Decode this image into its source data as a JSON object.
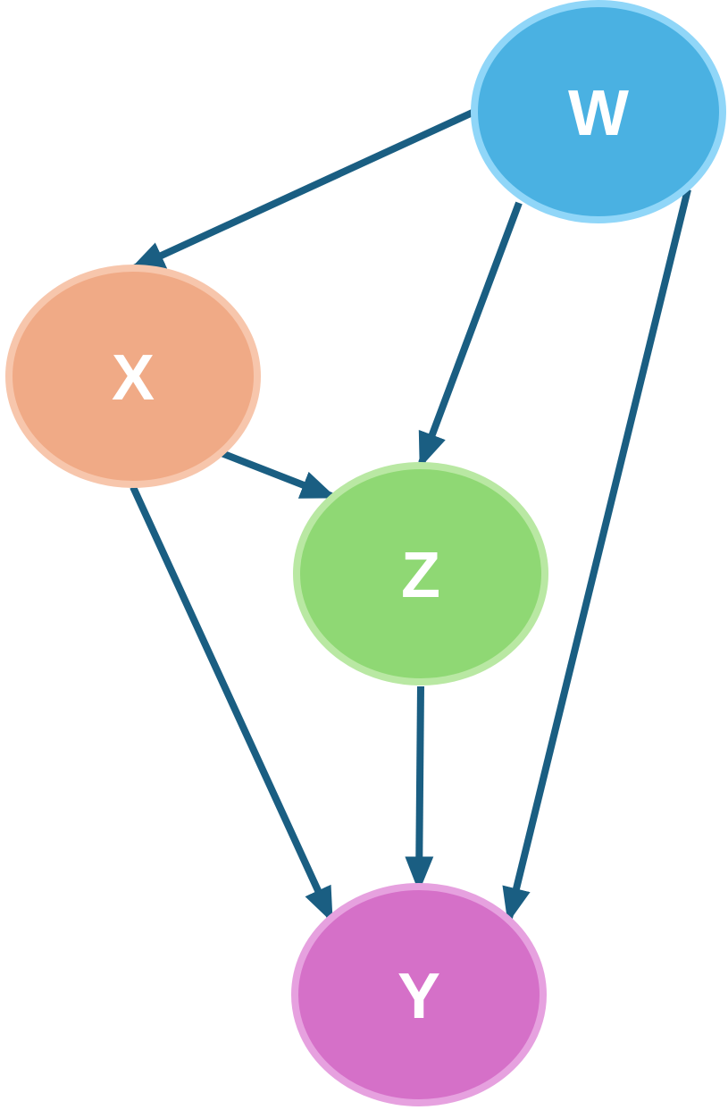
{
  "diagram": {
    "type": "directed-graph",
    "edge_color": "#1a5e82",
    "nodes": [
      {
        "id": "W",
        "label": "W",
        "fill": "#4ab1e2",
        "border": "#90d6f8"
      },
      {
        "id": "X",
        "label": "X",
        "fill": "#f0aa86",
        "border": "#f7c6ac"
      },
      {
        "id": "Z",
        "label": "Z",
        "fill": "#8fd874",
        "border": "#b9e8a3"
      },
      {
        "id": "Y",
        "label": "Y",
        "fill": "#d570c8",
        "border": "#e6a1df"
      }
    ],
    "edges": [
      {
        "from": "W",
        "to": "X"
      },
      {
        "from": "W",
        "to": "Z"
      },
      {
        "from": "W",
        "to": "Y"
      },
      {
        "from": "X",
        "to": "Z"
      },
      {
        "from": "X",
        "to": "Y"
      },
      {
        "from": "Z",
        "to": "Y"
      }
    ]
  }
}
